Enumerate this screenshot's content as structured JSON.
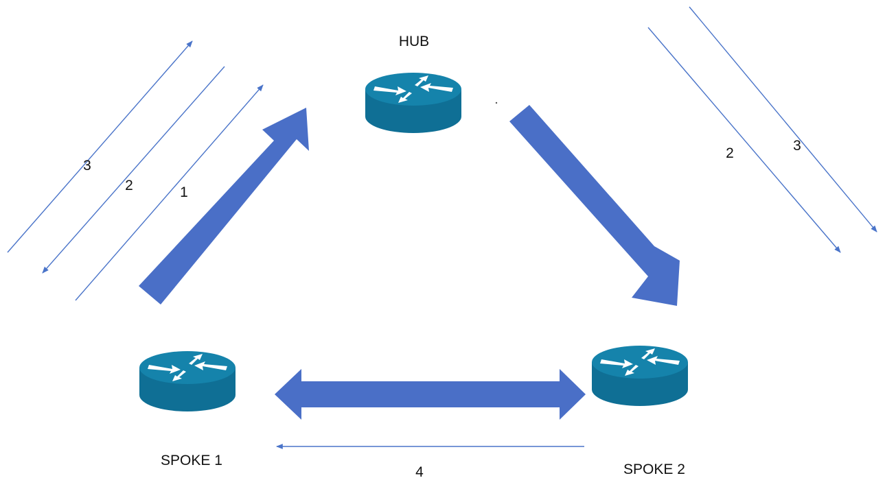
{
  "nodes": {
    "hub": {
      "label": "HUB"
    },
    "spoke1": {
      "label": "SPOKE 1"
    },
    "spoke2": {
      "label": "SPOKE 2"
    }
  },
  "steps": {
    "left_1": "1",
    "left_2": "2",
    "left_3": "3",
    "right_2": "2",
    "right_3": "3",
    "bottom_4": "4"
  },
  "colors": {
    "router_body": "#0f6f95",
    "router_top": "#1583ab",
    "big_arrow": "#4a6fc7",
    "thin_line": "#4a74c9"
  },
  "icons": {
    "router": "router-icon"
  }
}
